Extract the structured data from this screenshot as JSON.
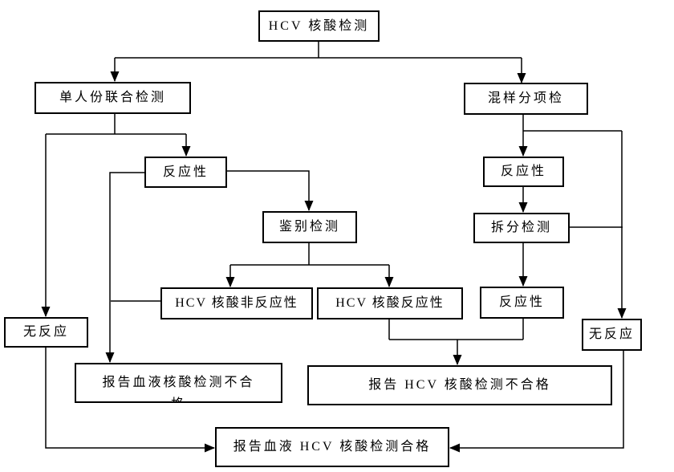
{
  "diagram": {
    "background_color": "#ffffff",
    "line_color": "#000000",
    "nodes": {
      "hcv_test": {
        "label": "HCV 核酸检测"
      },
      "single_combined": {
        "label": "单人份联合检测"
      },
      "pooled_split": {
        "label": "混样分项检"
      },
      "reactive_single": {
        "label": "反应性"
      },
      "discrimination_test": {
        "label": "鉴别检测"
      },
      "hcv_nonreactive": {
        "label": "HCV 核酸非反应性"
      },
      "hcv_reactive": {
        "label": "HCV 核酸反应性"
      },
      "no_reaction_left": {
        "label": "无反应"
      },
      "report_blood_nat_fail": {
        "label": "报告血液核酸检测不合格"
      },
      "reactive_pooled": {
        "label": "反应性"
      },
      "split_test": {
        "label": "拆分检测"
      },
      "reactive_split": {
        "label": "反应性"
      },
      "no_reaction_right": {
        "label": "无反应"
      },
      "report_hcv_fail": {
        "label": "报告 HCV 核酸检测不合格"
      },
      "report_pass": {
        "label": "报告血液 HCV 核酸检测合格"
      }
    },
    "edges": [
      {
        "from": "hcv_test",
        "to": "single_combined"
      },
      {
        "from": "hcv_test",
        "to": "pooled_split"
      },
      {
        "from": "single_combined",
        "to": "no_reaction_left"
      },
      {
        "from": "single_combined",
        "to": "reactive_single"
      },
      {
        "from": "reactive_single",
        "to": "report_blood_nat_fail"
      },
      {
        "from": "reactive_single",
        "to": "discrimination_test"
      },
      {
        "from": "discrimination_test",
        "to": "hcv_nonreactive"
      },
      {
        "from": "discrimination_test",
        "to": "hcv_reactive"
      },
      {
        "from": "hcv_nonreactive",
        "to": "report_blood_nat_fail"
      },
      {
        "from": "hcv_reactive",
        "to": "report_hcv_fail"
      },
      {
        "from": "pooled_split",
        "to": "reactive_pooled"
      },
      {
        "from": "pooled_split",
        "to": "no_reaction_right"
      },
      {
        "from": "reactive_pooled",
        "to": "split_test"
      },
      {
        "from": "split_test",
        "to": "reactive_split"
      },
      {
        "from": "split_test",
        "to": "no_reaction_right"
      },
      {
        "from": "reactive_split",
        "to": "report_hcv_fail"
      },
      {
        "from": "no_reaction_left",
        "to": "report_pass"
      },
      {
        "from": "no_reaction_right",
        "to": "report_pass"
      }
    ]
  }
}
